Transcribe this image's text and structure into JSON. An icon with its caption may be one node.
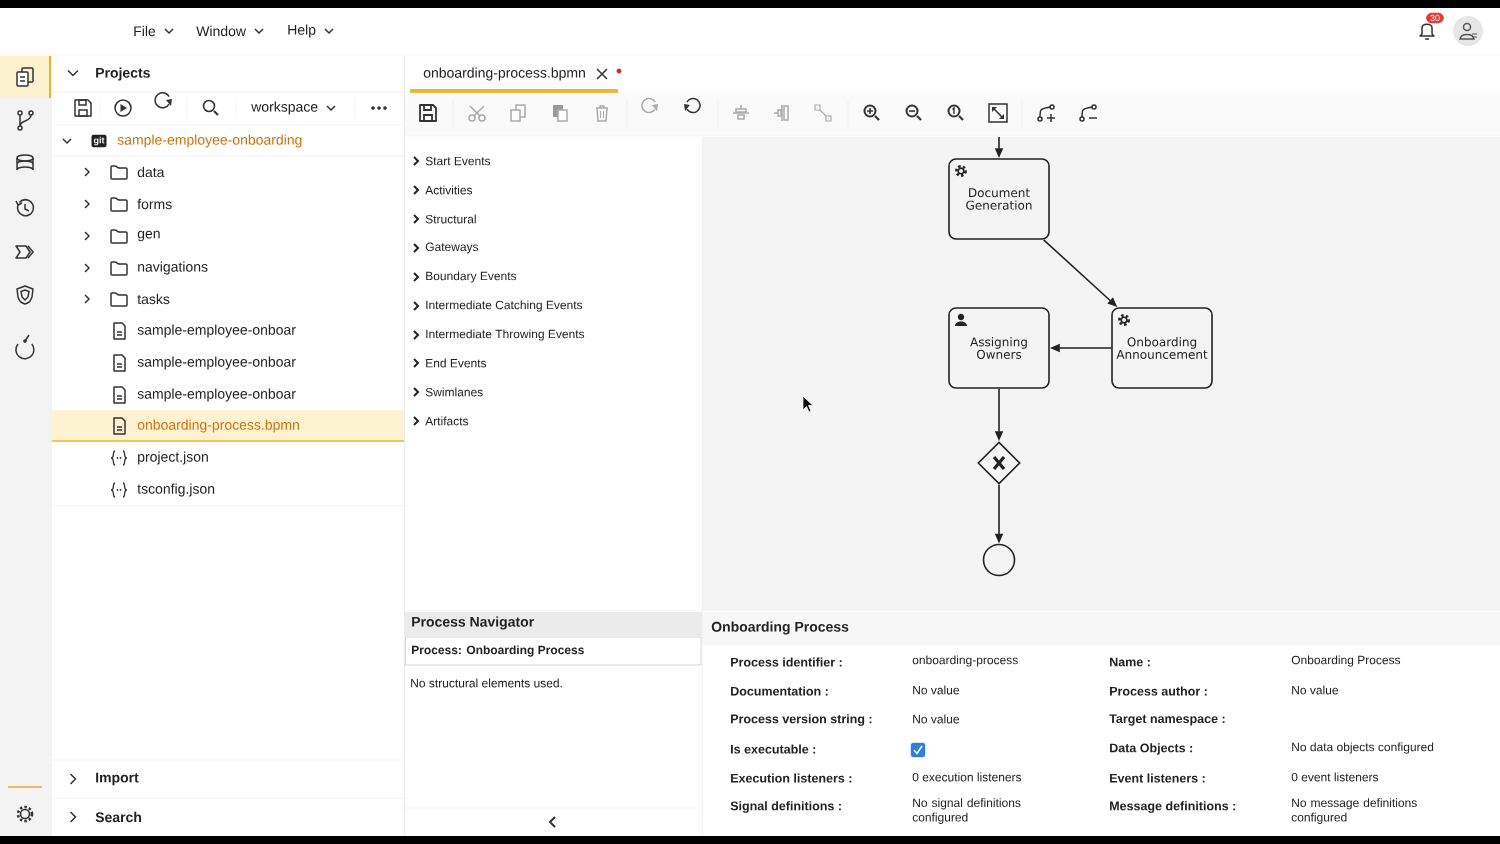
{
  "diagram": {
    "nodes": [
      {
        "text": [
          "Document Generation"
        ]
      },
      {
        "text": [
          "Onboarding Announcement"
        ]
      },
      {
        "text": [
          "Assigning Owners"
        ]
      },
      {
        "text": [],
        "shape": "diamond"
      },
      {
        "text": [],
        "shape": "circle"
      }
    ],
    "edges": [
      {
        "from": null,
        "to": 0,
        "arrow": "to"
      },
      {
        "from": 0,
        "to": 1,
        "arrow": "to"
      },
      {
        "from": 1,
        "to": 2,
        "arrow": "to"
      },
      {
        "from": 2,
        "to": 3,
        "arrow": "to"
      },
      {
        "from": 3,
        "to": 4,
        "arrow": "to"
      }
    ],
    "labels": [
      "File",
      "Window",
      "Help",
      "30",
      "Projects",
      "onboarding-process.bpmn",
      "workspace",
      "git",
      "sample-employee-onboarding",
      "data",
      "forms",
      "gen",
      "navigations",
      "tasks",
      "sample-employee-onboar",
      "sample-employee-onboar",
      "sample-employee-onboar",
      "onboarding-process.bpmn",
      "project.json",
      "tsconfig.json",
      "Start Events",
      "Activities",
      "Structural",
      "Gateways",
      "Boundary Events",
      "Intermediate Catching Events",
      "Intermediate Throwing Events",
      "End Events",
      "Swimlanes",
      "Artifacts",
      "Process Navigator",
      "Process: Onboarding Process",
      "No structural elements used.",
      "Onboarding Process",
      "Process identifier :",
      "onboarding-process",
      "Name :",
      "Onboarding Process",
      "Documentation :",
      "No value",
      "Process author :",
      "No value",
      "Process version string :",
      "No value",
      "Target namespace :",
      "Is executable :",
      "Data Objects :",
      "No data objects configured",
      "Execution listeners :",
      "0 execution listeners",
      "Event listeners :",
      "0 event listeners",
      "Signal definitions :",
      "No signal definitions configured",
      "Message definitions :",
      "No message definitions configured",
      "Import",
      "Search"
    ]
  }
}
